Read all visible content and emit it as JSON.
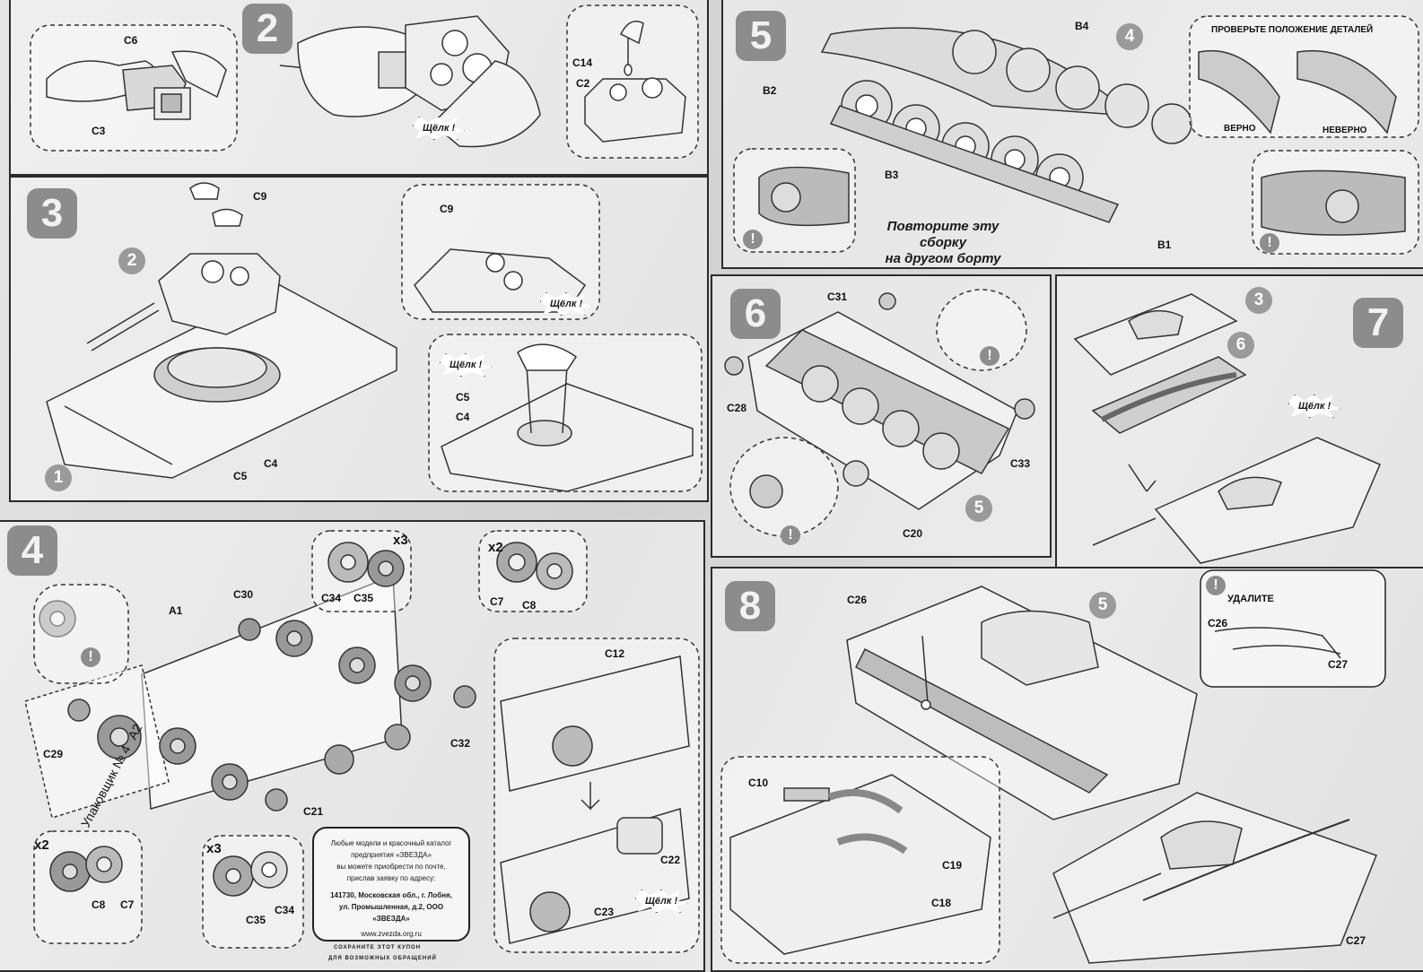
{
  "steps": {
    "s2": {
      "number": "2",
      "labels": {
        "c6": "C6",
        "c3": "C3",
        "c14": "C14",
        "c2": "C2"
      },
      "click": "Щёлк !"
    },
    "s3": {
      "number": "3",
      "labels": {
        "c9": "C9",
        "c9b": "C9",
        "c5": "C5",
        "c4": "C4",
        "c5b": "C5",
        "c4b": "C4"
      },
      "badges": {
        "b2": "2",
        "b1": "1"
      },
      "click1": "Щёлк !",
      "click2": "Щёлк !"
    },
    "s4": {
      "number": "4",
      "labels": {
        "a1": "A1",
        "c30": "C30",
        "c29": "C29",
        "c32": "C32",
        "c21": "C21",
        "c34": "C34",
        "c35": "C35",
        "c7": "C7",
        "c8": "C8",
        "c8b": "C8",
        "c7b": "C7",
        "c35b": "C35",
        "c34b": "C34",
        "c12": "C12",
        "c22": "C22",
        "c23": "C23",
        "a2": "A2"
      },
      "multipliers": {
        "m1": "x3",
        "m2": "x2",
        "m3": "x2",
        "m4": "x3"
      },
      "packer": "Упаковщик № 4",
      "click": "Щёлк !"
    },
    "s5": {
      "number": "5",
      "labels": {
        "b4": "B4",
        "b2": "B2",
        "b3": "B3",
        "b1": "B1"
      },
      "badge": "4",
      "check_title": "ПРОВЕРЬТЕ ПОЛОЖЕНИЕ ДЕТАЛЕЙ",
      "correct": "ВЕРНО",
      "wrong": "НЕВЕРНО",
      "repeat_line1": "Повторите эту сборку",
      "repeat_line2": "на другом борту"
    },
    "s6": {
      "number": "6",
      "labels": {
        "c31": "C31",
        "c28": "C28",
        "c33": "C33",
        "c20": "C20"
      },
      "badge": "5"
    },
    "s7": {
      "number": "7",
      "badges": {
        "b3": "3",
        "b6": "6"
      },
      "click": "Щёлк !"
    },
    "s8": {
      "number": "8",
      "labels": {
        "c26": "C26",
        "c26b": "C26",
        "c27": "C27",
        "c27b": "C27",
        "c10": "C10",
        "c19": "C19",
        "c18": "C18"
      },
      "badge": "5",
      "remove": "УДАЛИТЕ"
    }
  },
  "coupon": {
    "line1": "Любые модели и красочный каталог",
    "line2": "предприятия «ЗВЕЗДА»",
    "line3": "вы можете приобрести по почте,",
    "line4": "прислав заявку по адресу:",
    "line5": "141730, Московская обл., г. Лобня,",
    "line6": "ул. Промышленная, д.2, ООО «ЗВЕЗДА»",
    "line7": "www.zvezda.org.ru",
    "keep1": "СОХРАНИТЕ ЭТОТ КУПОН",
    "keep2": "ДЛЯ ВОЗМОЖНЫХ ОБРАЩЕНИЙ"
  },
  "warning_mark": "!"
}
